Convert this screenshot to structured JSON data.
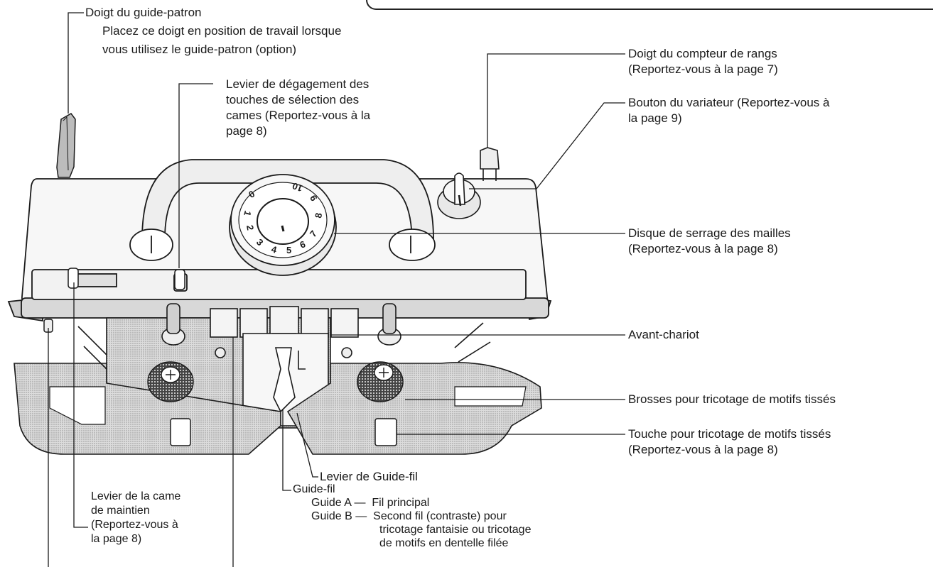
{
  "labels": {
    "pattern_guide": {
      "title": "Doigt du guide-patron",
      "line1": "Placez ce doigt en position de travail lorsque",
      "line2": "vous utilisez le guide-patron (option)"
    },
    "release_lever": {
      "line1": "Levier de dégagement des",
      "line2": "touches de sélection des",
      "line3": "cames (Reportez-vous à la",
      "line4": "page 8)"
    },
    "row_counter": {
      "line1": "Doigt du compteur de rangs",
      "line2": "(Reportez-vous à la page 7)"
    },
    "variator": {
      "line1": "Bouton du variateur (Reportez-vous à",
      "line2": "la page 9)"
    },
    "tension_dial": {
      "line1": "Disque de serrage des mailles",
      "line2": "(Reportez-vous à la page 8)"
    },
    "front_carriage": "Avant-chariot",
    "brushes": "Brosses pour tricotage de motifs tissés",
    "weaving_key": {
      "line1": "Touche pour tricotage de motifs tissés",
      "line2": "(Reportez-vous à la page 8)"
    },
    "yarn_guide_lever": "Levier de Guide-fil",
    "yarn_guide": {
      "title": "Guide-fil",
      "a_key": "Guide A —",
      "a_text": "Fil principal",
      "b_key": "Guide B —",
      "b_text1": "Second fil (contraste) pour",
      "b_text2": "tricotage fantaisie ou tricotage",
      "b_text3": "de motifs en dentelle filée"
    },
    "holding_cam": {
      "line1": "Levier de la came",
      "line2": "de maintien",
      "line3": "(Reportez-vous à",
      "line4": "la page 8)"
    }
  },
  "dial_numbers": [
    "0",
    "1",
    "2",
    "3",
    "4",
    "5",
    "6",
    "7",
    "8",
    "9",
    "10"
  ],
  "colors": {
    "ink": "#1a1a1a",
    "carriage_fill": "#f7f7f7",
    "plate_fill": "#d6d6d6",
    "dark_fill": "#8a8a8a"
  }
}
